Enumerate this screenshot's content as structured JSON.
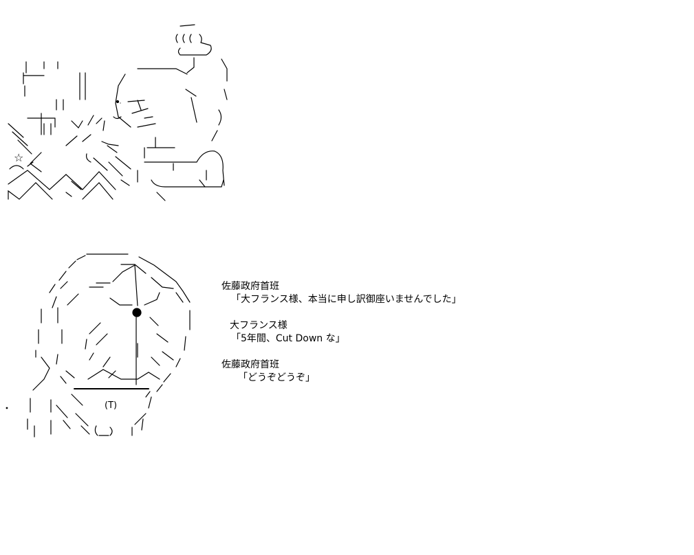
{
  "dialogue": [
    {
      "speaker": "佐藤政府首班",
      "line": "「大フランス様、本当に申し訳御座いませんでした」"
    },
    {
      "speaker": "大フランス様",
      "line": "「5年間、Cut Down な」"
    },
    {
      "speaker": "佐藤政府首班",
      "line": "「どうぞどうぞ」"
    }
  ],
  "art": {
    "star_glyph": "☆",
    "mouth_text": "(T)"
  },
  "colors": {
    "background": "#ffffff",
    "ink": "#000000"
  }
}
